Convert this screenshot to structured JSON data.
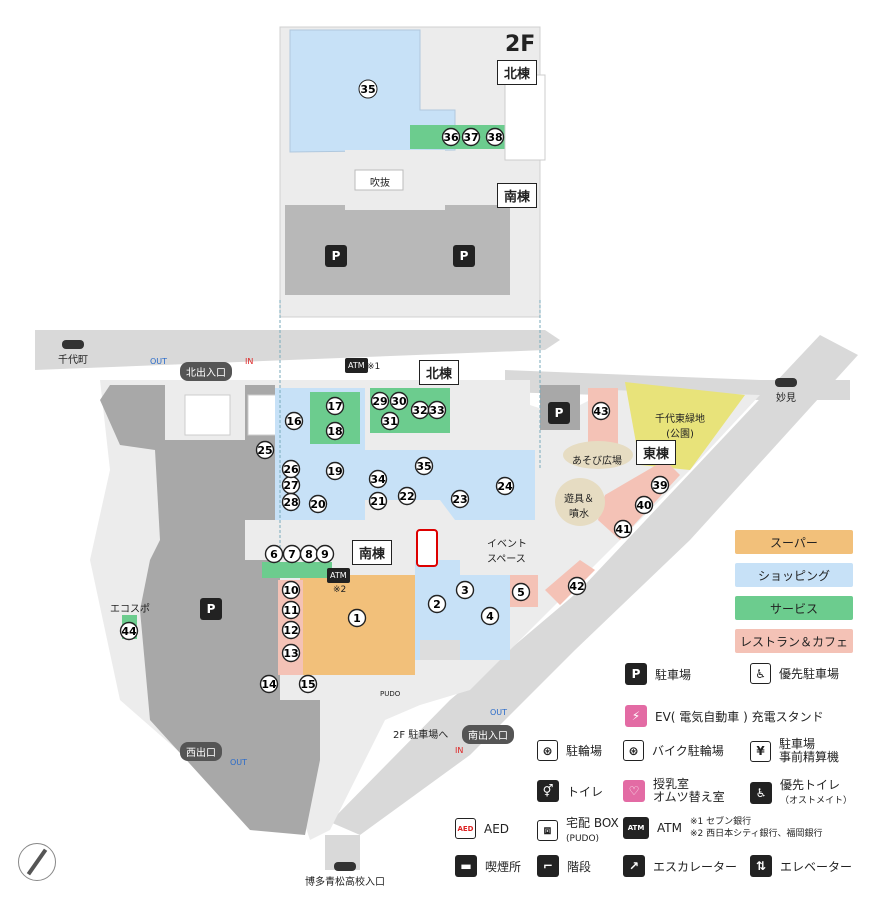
{
  "floor_label": "2F",
  "buildings": {
    "north": "北棟",
    "south": "南棟",
    "east": "東棟"
  },
  "atrium": "吹抜",
  "stations": {
    "chiyo": "千代町",
    "myoken": "妙見",
    "hakata": "博多青松高校入口"
  },
  "entrances": {
    "north": "北出入口",
    "south": "南出入口",
    "west": "西出口",
    "out": "OUT",
    "in": "IN"
  },
  "places": {
    "park": "千代東緑地\n(公園)",
    "playground": "あそび広場",
    "fountain": "遊具＆\n噴水",
    "event_space": "イベント\nスペース",
    "eco_spot": "エコスポ",
    "parking_2f": "2F 駐車場へ"
  },
  "notes": {
    "n1": "※1",
    "n2": "※2"
  },
  "icon_text": {
    "atm": "ATM",
    "pudo": "PUDO",
    "aed": "AED",
    "parking": "P"
  },
  "shops": {
    "supermarket": [
      "1"
    ],
    "shopping": [
      "2",
      "4",
      "15",
      "16",
      "19",
      "20",
      "21",
      "22",
      "23",
      "24",
      "25",
      "27",
      "28",
      "34",
      "35"
    ],
    "service": [
      "3",
      "17",
      "18",
      "29",
      "30",
      "31",
      "32",
      "33",
      "36",
      "37",
      "38"
    ],
    "restaurant": [
      "5",
      "6",
      "7",
      "8",
      "9",
      "10",
      "11",
      "12",
      "13",
      "14",
      "26",
      "39",
      "40",
      "41",
      "42",
      "43",
      "44"
    ]
  },
  "categories": [
    {
      "label": "スーパー",
      "color": "#f2c07a"
    },
    {
      "label": "ショッピング",
      "color": "#c7e1f7"
    },
    {
      "label": "サービス",
      "color": "#6ccc8e"
    },
    {
      "label": "レストラン＆カフェ",
      "color": "#f4c2b6"
    }
  ],
  "colors": {
    "road": "#d9d9d9",
    "lot": "#a8a8a8",
    "supermarket": "#f2c07a",
    "shopping": "#c7e1f7",
    "service": "#6ccc8e",
    "restaurant": "#f4c2b6",
    "park": "#e8e37a"
  },
  "legend": {
    "parking": "駐車場",
    "priority_parking": "優先駐車場",
    "ev_charging": "EV( 電気自動車 ) 充電スタンド",
    "bicycle_parking": "駐輪場",
    "bike_parking": "バイク駐輪場",
    "pay_station": "駐車場\n事前精算機",
    "toilet": "トイレ",
    "nursing_room": "授乳室\nオムツ替え室",
    "accessible_toilet": "優先トイレ",
    "accessible_toilet_note": "（オストメイト）",
    "aed": "AED",
    "delivery_box": "宅配 BOX",
    "delivery_box_note": "(PUDO)",
    "atm": "ATM",
    "atm_note": "※1 セブン銀行\n※2 西日本シティ銀行、福岡銀行",
    "smoking": "喫煙所",
    "stairs": "階段",
    "escalator": "エスカレーター",
    "elevator": "エレベーター"
  },
  "icons": [
    "parking-icon",
    "priority-parking-icon",
    "ev-charging-icon",
    "bicycle-parking-icon",
    "bike-parking-icon",
    "pay-station-icon",
    "toilet-icon",
    "nursing-room-icon",
    "accessible-toilet-icon",
    "aed-icon",
    "delivery-box-icon",
    "atm-icon",
    "smoking-icon",
    "stairs-icon",
    "escalator-icon",
    "elevator-icon",
    "compass-icon",
    "train-station-icon"
  ]
}
